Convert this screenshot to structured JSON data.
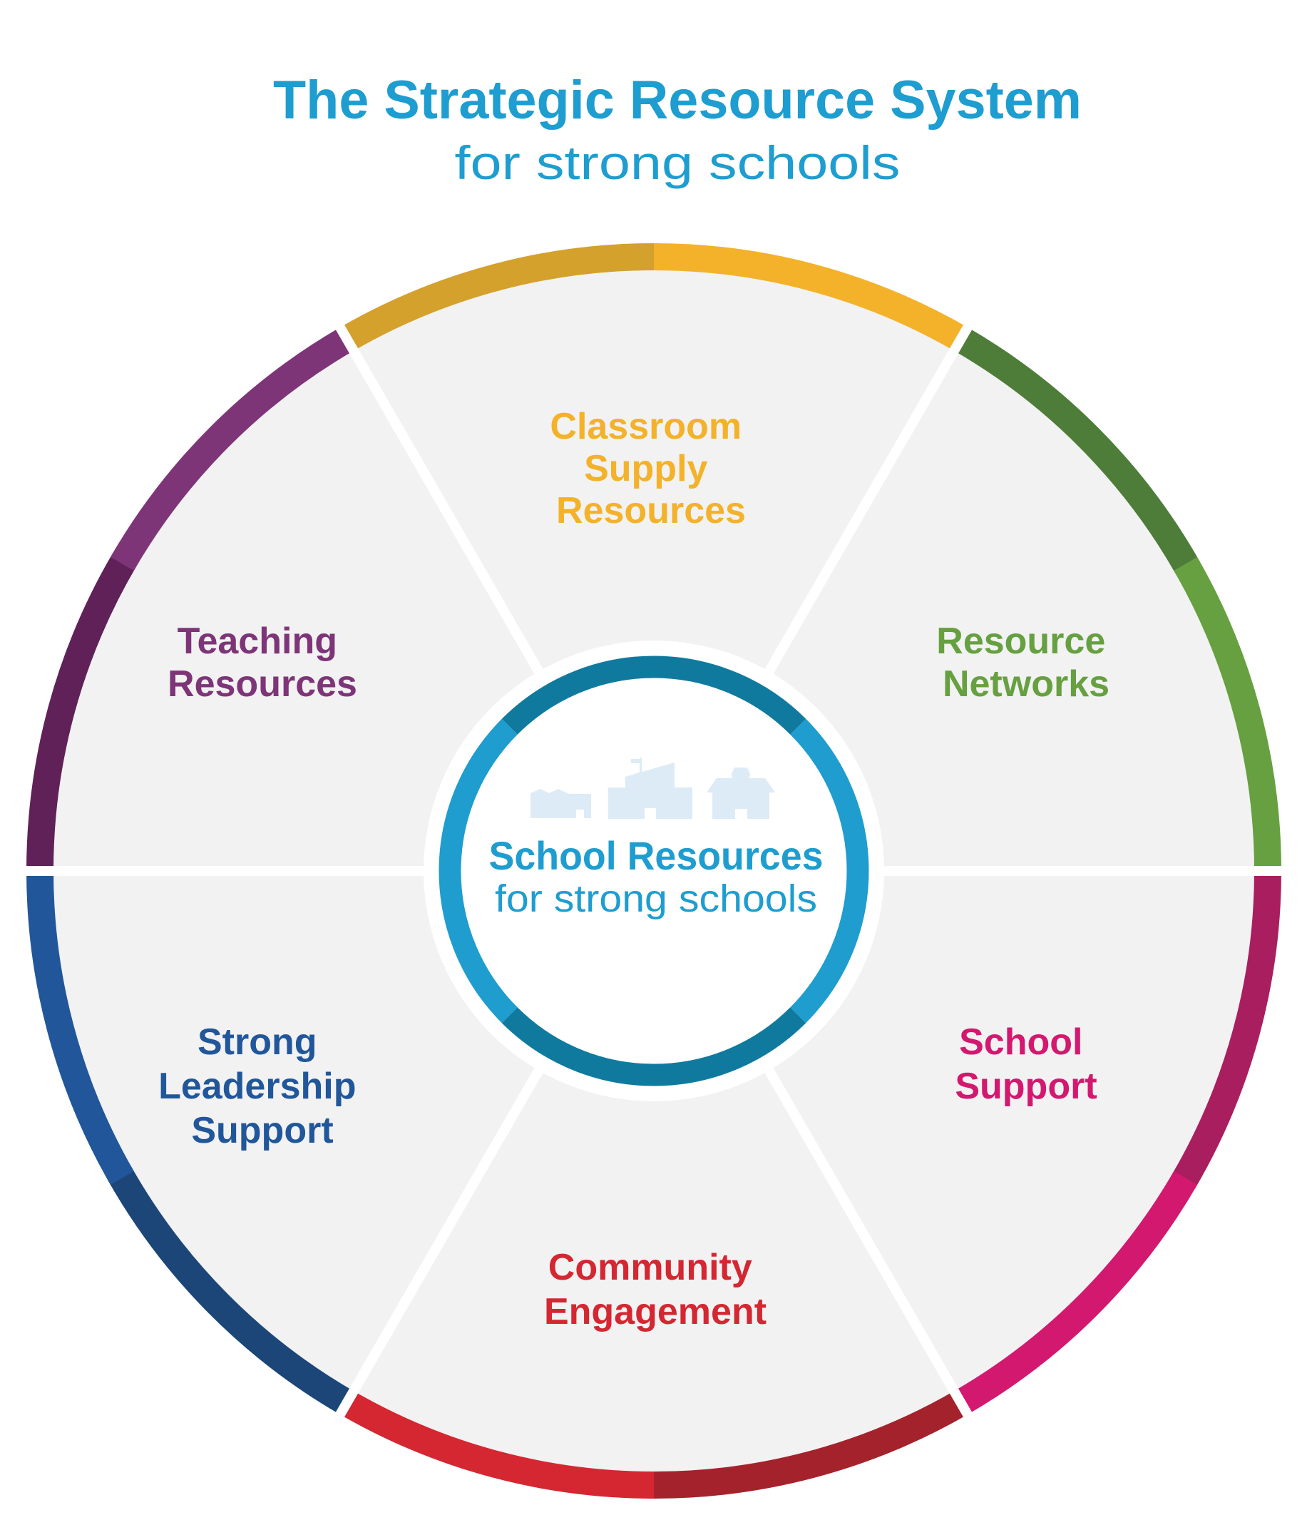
{
  "header": {
    "title": "The Strategic Resource System",
    "subtitle": "for strong schools",
    "color": "#1E9DD0"
  },
  "center": {
    "title": "School Resources",
    "subtitle": "for strong schools",
    "icon": "school-buildings-icon",
    "icon_color": "#DDEBF6",
    "ring_light": "#1E9DCE",
    "ring_dark": "#0F7A9E"
  },
  "segments": [
    {
      "lines": [
        "Classroom",
        "Supply",
        "Resources"
      ],
      "color": "#F3B229",
      "dark": "#D4A12D"
    },
    {
      "lines": [
        "Resource",
        "Networks"
      ],
      "color": "#66A040",
      "dark": "#4E7D3A"
    },
    {
      "lines": [
        "School",
        "Support"
      ],
      "color": "#D3186F",
      "dark": "#A91E5E"
    },
    {
      "lines": [
        "Community",
        "Engagement"
      ],
      "color": "#D42731",
      "dark": "#A4222C"
    },
    {
      "lines": [
        "Strong",
        "Leadership",
        "Support"
      ],
      "color": "#21579A",
      "dark": "#1B4677"
    },
    {
      "lines": [
        "Teaching",
        "Resources"
      ],
      "color": "#7E3578",
      "dark": "#5F2158"
    }
  ]
}
